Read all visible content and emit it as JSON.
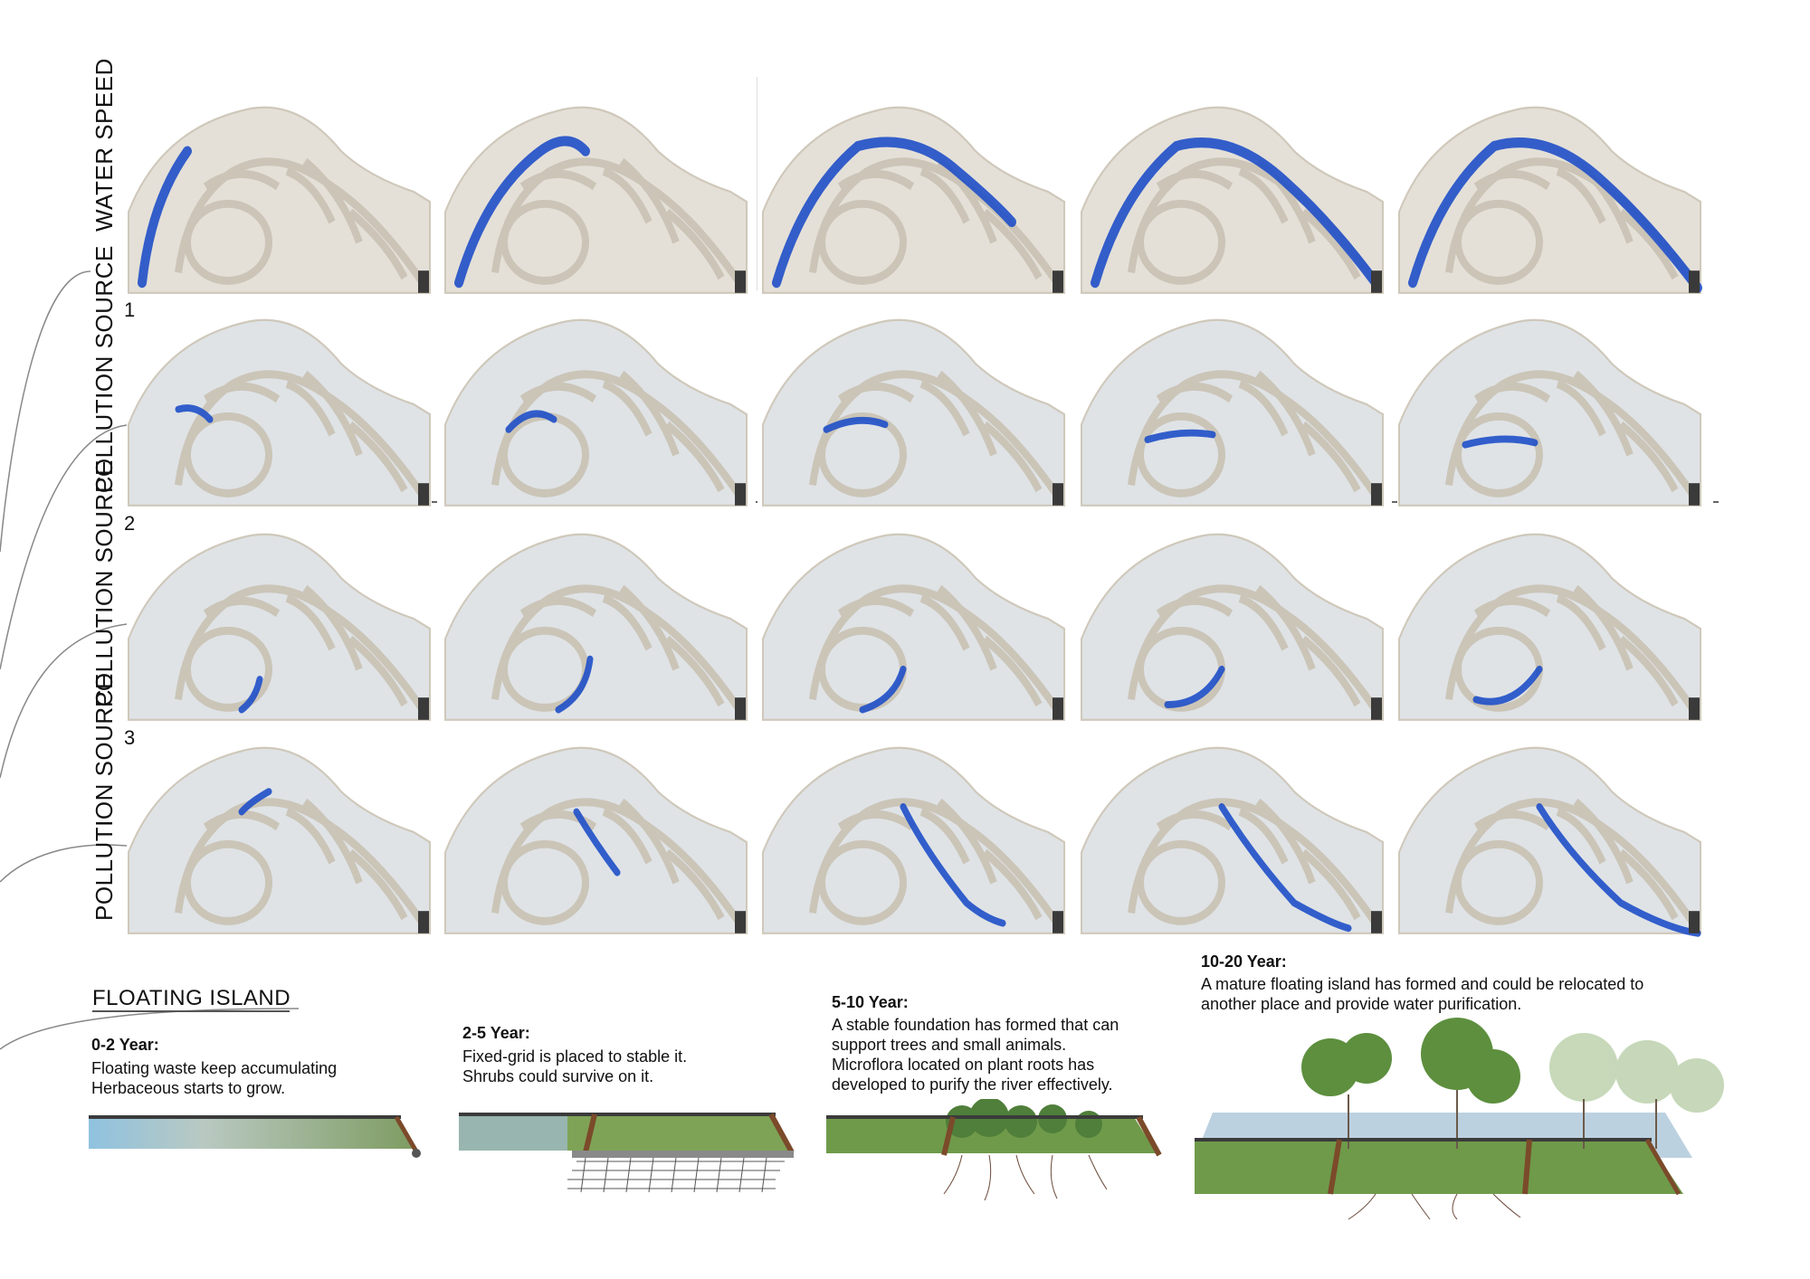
{
  "rows": [
    {
      "label": "WATER SPEED",
      "number": ""
    },
    {
      "label": "POLLUTION SOURCE",
      "number": "1"
    },
    {
      "label": "POLLUTION SOURCE",
      "number": "2"
    },
    {
      "label": "POLLUTION SOURCE",
      "number": "3"
    }
  ],
  "floating_island": {
    "title": "FLOATING ISLAND",
    "stages": [
      {
        "title": "0-2 Year:",
        "desc": [
          "Floating waste keep accumulating",
          "Herbaceous starts to grow."
        ]
      },
      {
        "title": "2-5 Year:",
        "desc": [
          "Fixed-grid is placed to stable it.",
          "Shrubs could survive on it."
        ]
      },
      {
        "title": "5-10 Year:",
        "desc": [
          "A stable foundation has formed that can",
          "support trees and small animals.",
          "Microflora located on plant roots has",
          "developed to purify the river effectively."
        ]
      },
      {
        "title": "10-20 Year:",
        "desc": [
          "A mature floating island has formed and could be relocated to",
          "another place and provide water purification."
        ]
      }
    ]
  },
  "colors": {
    "water_blue": "#1f4fc8",
    "sand": "#e6e1d7",
    "grass": "#6f9a4a",
    "wood": "#7b4a2a"
  }
}
